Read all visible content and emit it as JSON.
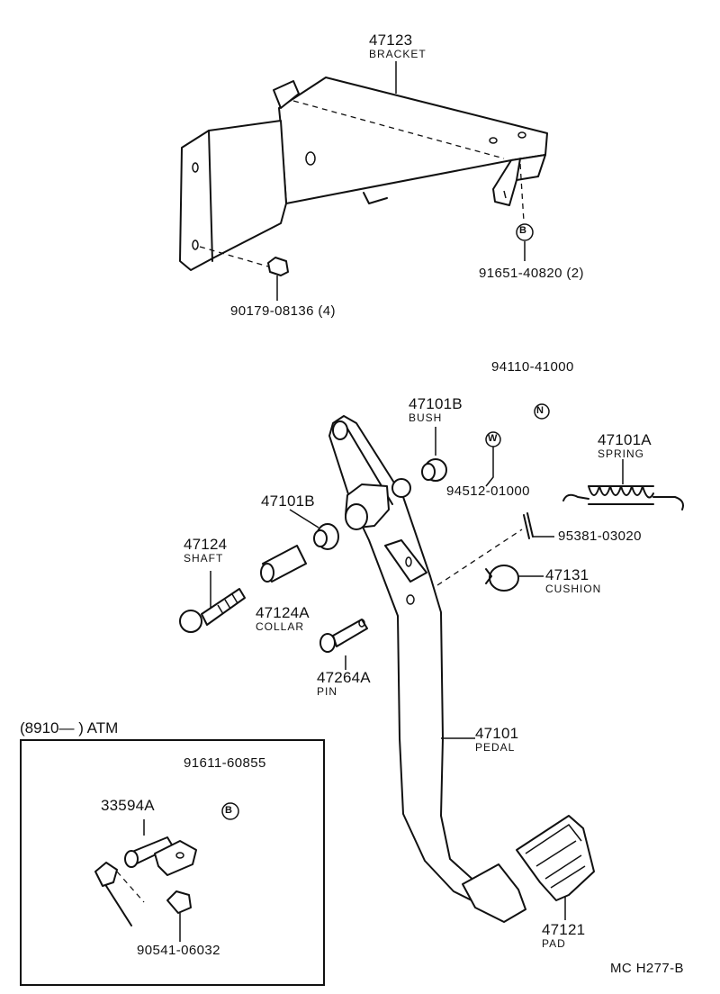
{
  "parts": {
    "p47123": {
      "number": "47123",
      "name": "BRACKET"
    },
    "p90179": {
      "number": "90179-08136 (4)"
    },
    "p91651": {
      "number": "91651-40820 (2)",
      "marker": "B"
    },
    "p94110": {
      "number": "94110-41000",
      "marker": "N"
    },
    "p47101B_bush": {
      "number": "47101B",
      "name": "BUSH"
    },
    "p94512": {
      "number": "94512-01000",
      "marker": "W"
    },
    "p47101A": {
      "number": "47101A",
      "name": "SPRING"
    },
    "p47101B": {
      "number": "47101B"
    },
    "p95381": {
      "number": "95381-03020"
    },
    "p47124": {
      "number": "47124",
      "name": "SHAFT"
    },
    "p47124A": {
      "number": "47124A",
      "name": "COLLAR"
    },
    "p47131": {
      "number": "47131",
      "name": "CUSHION"
    },
    "p47264A": {
      "number": "47264A",
      "name": "PIN"
    },
    "p47101": {
      "number": "47101",
      "name": "PEDAL"
    },
    "p47121": {
      "number": "47121",
      "name": "PAD"
    }
  },
  "inset": {
    "title": "(8910—        ) ATM",
    "p91611": {
      "number": "91611-60855",
      "marker": "B"
    },
    "p33594A": {
      "number": "33594A"
    },
    "p90541": {
      "number": "90541-06032"
    }
  },
  "footer": {
    "code": "MC  H277-B"
  }
}
